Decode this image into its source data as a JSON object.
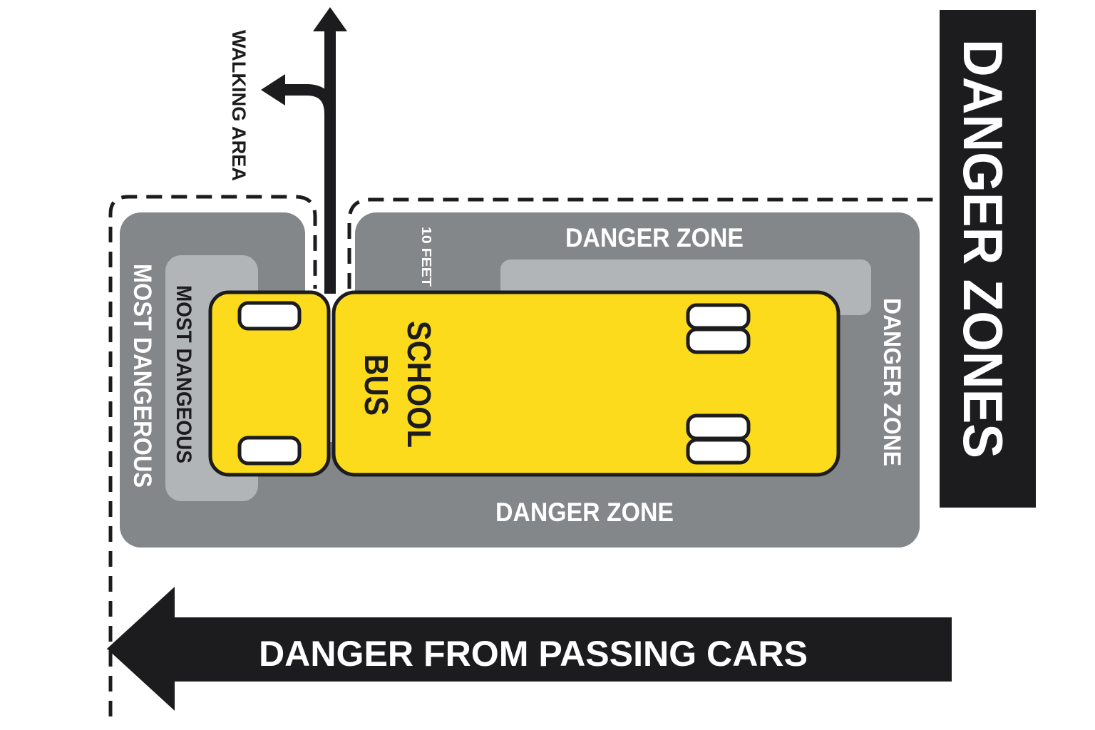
{
  "labels": {
    "walking_area": "WALKING AREA",
    "danger_zones_title": "DANGER ZONES",
    "danger_zone_top": "DANGER ZONE",
    "danger_zone_right": "DANGER ZONE",
    "danger_zone_bottom": "DANGER ZONE",
    "ten_feet": "10 FEET",
    "most_dangerous_outer": "MOST DANGEROUS",
    "most_dangerous_inner": "MOST DANGEOUS",
    "school_bus_line1": "SCHOOL",
    "school_bus_line2": "BUS",
    "passing_cars": "DANGER FROM PASSING CARS"
  },
  "colors": {
    "bus_yellow": "#fbdb1c",
    "zone_gray": "#848789",
    "inner_zone_gray": "#b2b5b7",
    "ink": "#1c1b1d",
    "white": "#ffffff"
  }
}
